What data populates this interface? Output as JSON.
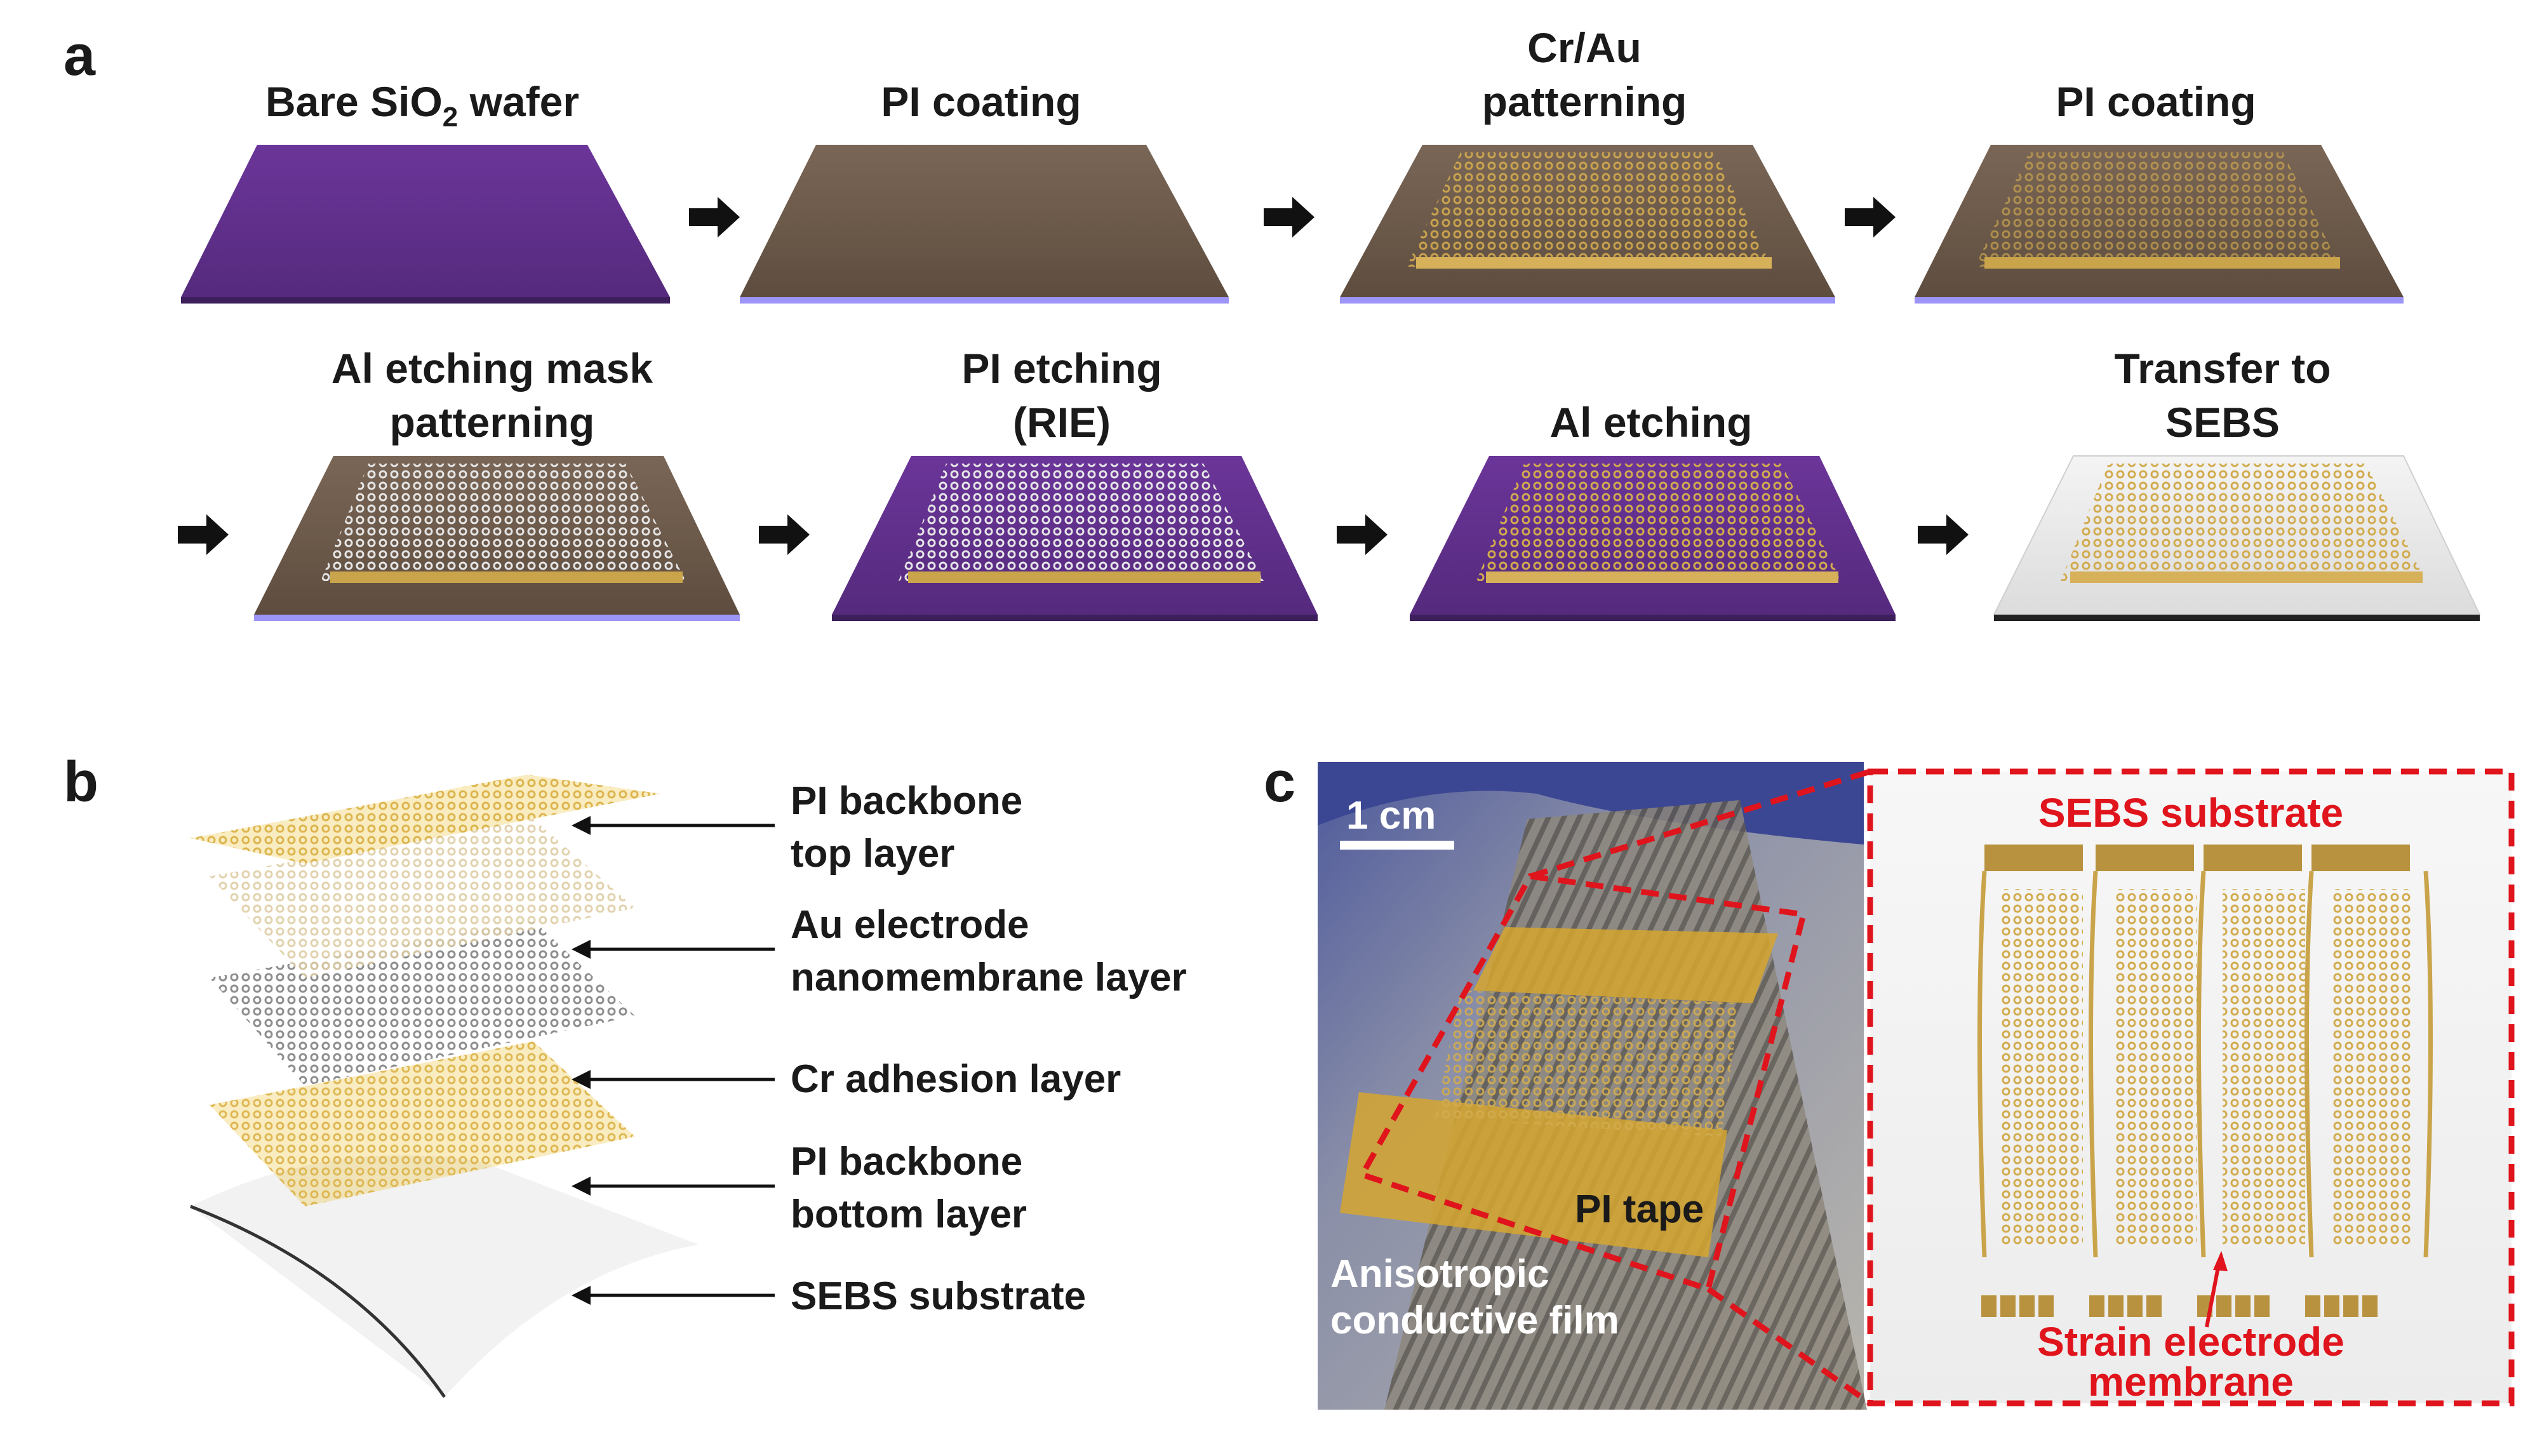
{
  "panel_labels": {
    "a": "a",
    "b": "b",
    "c": "c"
  },
  "panel_a": {
    "row1": [
      {
        "line1": "Bare SiO",
        "sub": "2",
        "line1_after": " wafer",
        "line2": ""
      },
      {
        "line1": "PI coating",
        "line2": ""
      },
      {
        "line1": "Cr/Au",
        "line2": "patterning"
      },
      {
        "line1": "PI coating",
        "line2": ""
      }
    ],
    "row2": [
      {
        "line1": "Al etching mask",
        "line2": "patterning"
      },
      {
        "line1": "PI etching",
        "line2": "(RIE)"
      },
      {
        "line1": "Al etching",
        "line2": ""
      },
      {
        "line1": "Transfer to",
        "line2": "SEBS"
      }
    ]
  },
  "panel_b": {
    "labels": [
      {
        "line1": "PI backbone",
        "line2": "top layer"
      },
      {
        "line1": "Au electrode",
        "line2": "nanomembrane layer"
      },
      {
        "line1": "Cr adhesion  layer",
        "line2": ""
      },
      {
        "line1": "PI backbone",
        "line2": "bottom layer"
      },
      {
        "line1": "SEBS substrate",
        "line2": ""
      }
    ]
  },
  "panel_c": {
    "scale_bar": "1 cm",
    "pi_tape": "PI tape",
    "acf_line1": "Anisotropic",
    "acf_line2": "conductive film",
    "inset_title": "SEBS substrate",
    "inset_label_line1": "Strain electrode",
    "inset_label_line2": "membrane"
  },
  "colors": {
    "wafer_purple": "#63318f",
    "pi_brown": "#6e5a4a",
    "gold": "#c9a44a",
    "annotation_red": "#e0141c",
    "text_black": "#1a1a1a"
  }
}
